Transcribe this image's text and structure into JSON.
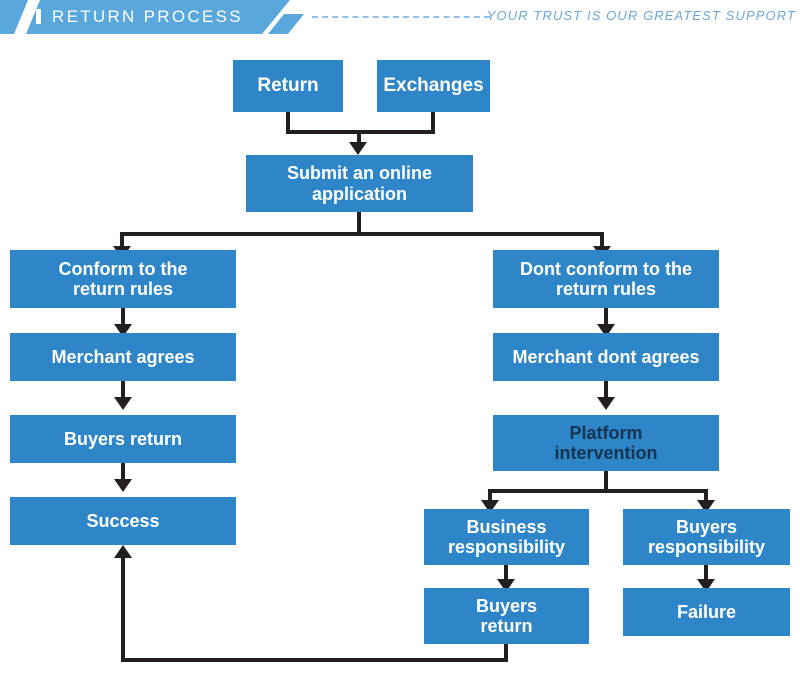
{
  "header": {
    "title": "RETURN PROCESS",
    "bar_icon": "vertical-bar-icon",
    "tagline": "YOUR TRUST IS OUR GREATEST SUPPORT",
    "banner_color": "#5aa7dc",
    "tagline_color": "#6aa8dc",
    "dash_color": "#8fc0e6"
  },
  "flowchart": {
    "type": "flowchart",
    "node_color": "#2e86c8",
    "node_text_color": "#ffffff",
    "connector_color": "#231f20",
    "nodes": {
      "return": "Return",
      "exchanges": "Exchanges",
      "submit": "Submit an online\napplication",
      "conform": "Conform to the\nreturn rules",
      "merchant_agrees": "Merchant agrees",
      "buyers_return_left": "Buyers return",
      "success": "Success",
      "dont_conform": "Dont conform to the\nreturn rules",
      "merchant_dont_agrees": "Merchant dont agrees",
      "platform_intervention": "Platform\nintervention",
      "business_responsibility": "Business\nresponsibility",
      "buyers_responsibility": "Buyers\nresponsibility",
      "buyers_return_right": "Buyers\nreturn",
      "failure": "Failure"
    }
  }
}
